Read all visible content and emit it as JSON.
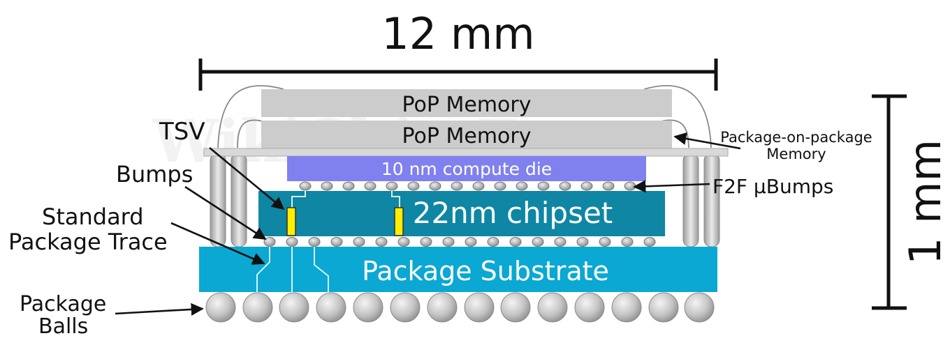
{
  "dimensions": {
    "width_label": "12 mm",
    "height_label": "1 mm"
  },
  "layers": {
    "pop_memory_top": "PoP Memory",
    "pop_memory_bottom": "PoP Memory",
    "compute_die": "10 nm compute die",
    "chipset": "22nm chipset",
    "substrate": "Package Substrate"
  },
  "labels": {
    "tsv": "TSV",
    "bumps": "Bumps",
    "standard_trace_line1": "Standard",
    "standard_trace_line2": "Package Trace",
    "package_balls_line1": "Package",
    "package_balls_line2": "Balls",
    "pop_line1": "Package-on-package",
    "pop_line2": "Memory",
    "f2f_bumps": "F2F µBumps"
  },
  "watermark": "WikiChip Fuse",
  "colors": {
    "pop_memory": "#cccccc",
    "compute_die": "#8080ee",
    "chipset": "#0e86a4",
    "substrate": "#0aa8d2",
    "tsv": "#ffee00",
    "balls": "#bbbbbb"
  }
}
